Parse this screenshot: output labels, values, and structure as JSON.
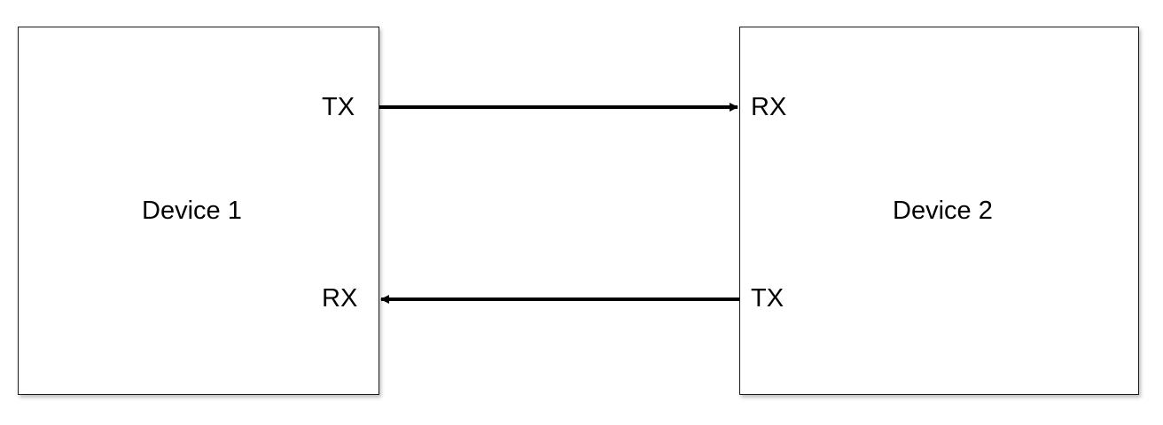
{
  "device_1": {
    "label": "Device 1",
    "tx_label": "TX",
    "rx_label": "RX"
  },
  "device_2": {
    "label": "Device 2",
    "rx_label": "RX",
    "tx_label": "TX"
  },
  "connections": [
    {
      "from": "Device 1 TX",
      "to": "Device 2 RX"
    },
    {
      "from": "Device 2 TX",
      "to": "Device 1 RX"
    }
  ],
  "colors": {
    "line": "#000000",
    "box_border": "#1a1a1a"
  }
}
